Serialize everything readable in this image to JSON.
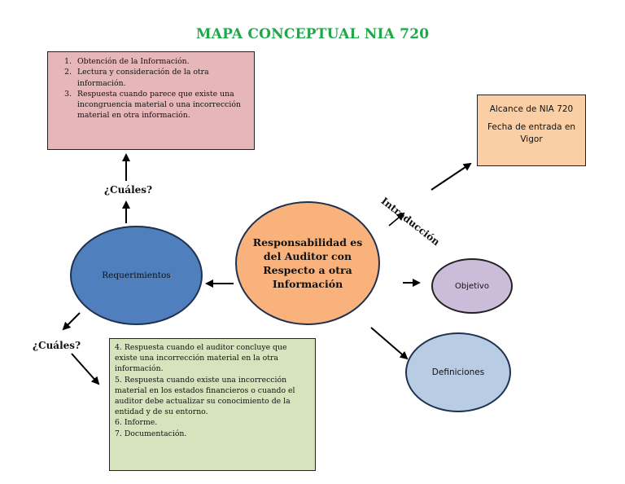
{
  "title": "MAPA CONCEPTUAL NIA 720",
  "center_node": "Responsabilidad es del Auditor con Respecto a otra Información",
  "requirements_node": "Requerimientos",
  "objective_node": "Objetivo",
  "definitions_node": "Definiciones",
  "introduction_label": "Introducción",
  "question_label_top": "¿Cuáles?",
  "question_label_bottom": "¿Cuáles?",
  "introduction_box": {
    "items": [
      "Alcance de NIA 720",
      "Fecha de entrada en Vigor"
    ]
  },
  "requirements_box_top": {
    "items": [
      "Obtención de la Información.",
      "Lectura y consideración de la otra información.",
      "Respuesta cuando parece que existe una incongruencia material o una incorrección material en otra información."
    ]
  },
  "requirements_box_bottom": {
    "items": [
      "4. Respuesta cuando el auditor concluye que existe una incorrección material en la otra información.",
      "5. Respuesta cuando existe una incorrección material en los estados financieros o cuando el auditor debe actualizar su conocimiento de la entidad y de su entorno.",
      "6. Informe.",
      "7. Documentación."
    ]
  },
  "colors": {
    "title": "#1fa84a",
    "center_fill": "#f9b27c",
    "requirements_fill": "#4f7fbd",
    "objective_fill": "#cbbcd9",
    "definitions_fill": "#b8cce4",
    "pink_box": "#e6b6b8",
    "peach_box": "#fbcfa6",
    "green_box": "#d7e3bd"
  }
}
